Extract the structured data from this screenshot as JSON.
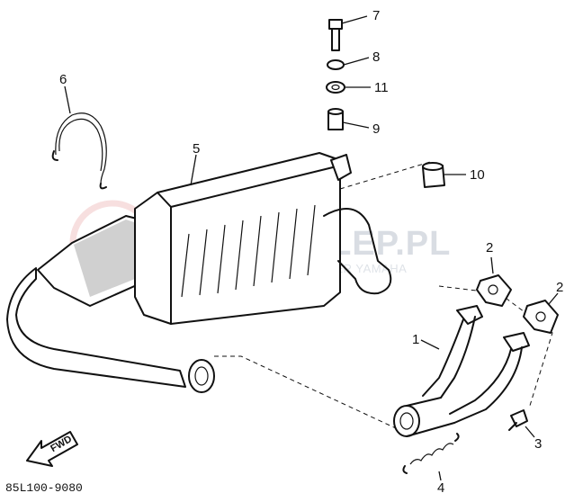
{
  "watermark": {
    "brand": "YAMASKLEP.PL",
    "tagline": "WWW.SKLEP.ODCZ.DEALER YAMAHA",
    "brand_color": "#d9dde3",
    "logo_color": "#f2c6c6"
  },
  "diagram_code": "85L100-9080",
  "fwd_label": "FWD",
  "callouts": [
    {
      "id": "callout-7",
      "text": "7"
    },
    {
      "id": "callout-8",
      "text": "8"
    },
    {
      "id": "callout-11",
      "text": "11"
    },
    {
      "id": "callout-9",
      "text": "9"
    },
    {
      "id": "callout-6",
      "text": "6"
    },
    {
      "id": "callout-5",
      "text": "5"
    },
    {
      "id": "callout-10",
      "text": "10"
    },
    {
      "id": "callout-2a",
      "text": "2"
    },
    {
      "id": "callout-2b",
      "text": "2"
    },
    {
      "id": "callout-1",
      "text": "1"
    },
    {
      "id": "callout-3",
      "text": "3"
    },
    {
      "id": "callout-4",
      "text": "4"
    }
  ]
}
